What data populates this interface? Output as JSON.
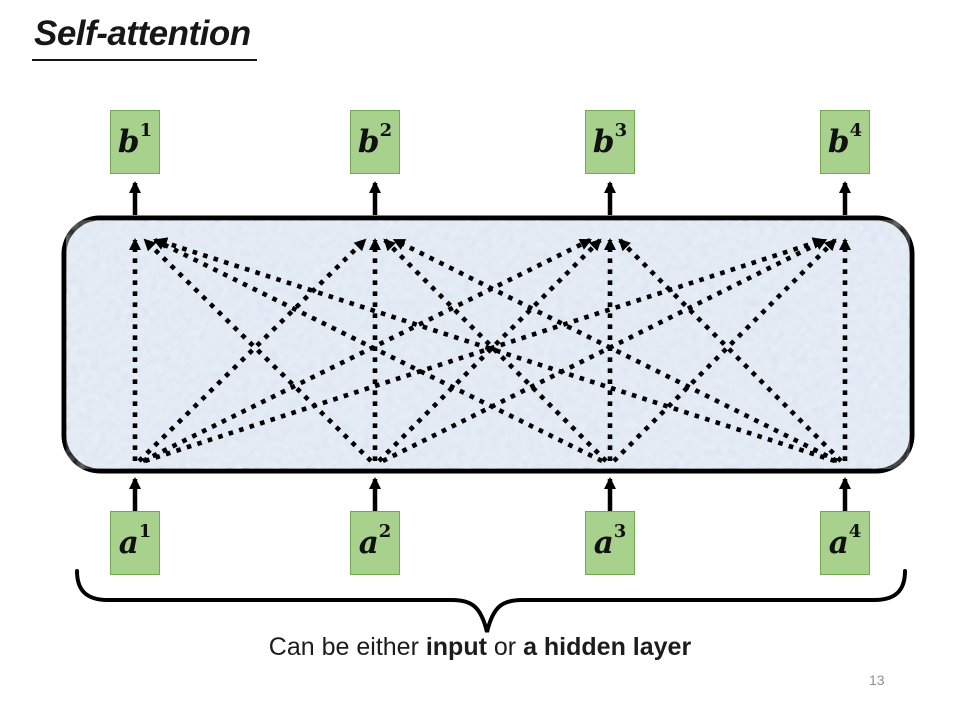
{
  "slide": {
    "title": "Self-attention",
    "page_number": "13",
    "caption": {
      "prefix": "Can be either ",
      "bold1": "input",
      "middle": " or ",
      "bold2": "a hidden layer"
    }
  },
  "diagram": {
    "top_nodes": [
      {
        "letter": "b",
        "sup": "1"
      },
      {
        "letter": "b",
        "sup": "2"
      },
      {
        "letter": "b",
        "sup": "3"
      },
      {
        "letter": "b",
        "sup": "4"
      }
    ],
    "bottom_nodes": [
      {
        "letter": "a",
        "sup": "1"
      },
      {
        "letter": "a",
        "sup": "2"
      },
      {
        "letter": "a",
        "sup": "3"
      },
      {
        "letter": "a",
        "sup": "4"
      }
    ],
    "columns_x": [
      135,
      375,
      610,
      845
    ],
    "colors": {
      "node_fill": "#a9d18e",
      "node_border": "#74a850",
      "layer_fill": "#d9e3f1",
      "line": "#000000",
      "page_number": "#8f8f8f"
    }
  }
}
